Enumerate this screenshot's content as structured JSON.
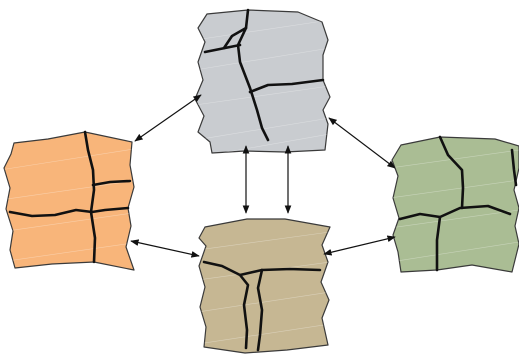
{
  "diagram": {
    "background": "#ffffff",
    "tiles": [
      {
        "id": "gray",
        "fill": "#c9ccd0"
      },
      {
        "id": "orange",
        "fill": "#f8b57a"
      },
      {
        "id": "green",
        "fill": "#aabd94"
      },
      {
        "id": "tan",
        "fill": "#c6b793"
      }
    ],
    "connections": [
      {
        "from": "gray",
        "to": "orange",
        "kind": "bidirectional"
      },
      {
        "from": "gray",
        "to": "green",
        "kind": "bidirectional"
      },
      {
        "from": "gray",
        "to": "tan",
        "kind": "bidirectional",
        "count": 2
      },
      {
        "from": "orange",
        "to": "tan",
        "kind": "bidirectional"
      },
      {
        "from": "tan",
        "to": "green",
        "kind": "bidirectional"
      }
    ]
  }
}
